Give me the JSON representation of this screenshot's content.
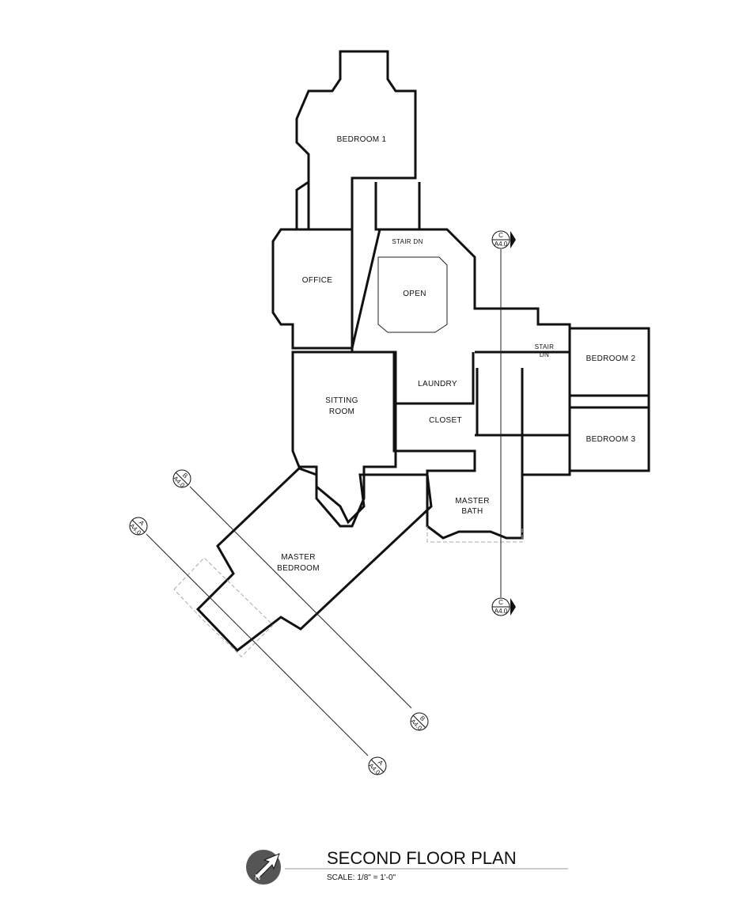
{
  "title": "SECOND FLOOR PLAN",
  "scale": "SCALE: 1/8\" = 1'-0\"",
  "north_label": "N",
  "rooms": {
    "bedroom1": "BEDROOM 1",
    "office": "OFFICE",
    "open": "OPEN",
    "stair1": "STAIR DN",
    "stair2_a": "STAIR",
    "stair2_b": "DN",
    "bedroom2": "BEDROOM 2",
    "laundry": "LAUNDRY",
    "sitting_a": "SITTING",
    "sitting_b": "ROOM",
    "closet": "CLOSET",
    "bedroom3": "BEDROOM 3",
    "bath_a": "MASTER",
    "bath_b": "BATH",
    "mbed_a": "MASTER",
    "mbed_b": "BEDROOM"
  },
  "sections": {
    "c_top": {
      "letter": "C",
      "sheet": "A4.0"
    },
    "c_bottom": {
      "letter": "C",
      "sheet": "A4.0"
    },
    "b_top": {
      "letter": "B",
      "sheet": "A4.0"
    },
    "b_bottom": {
      "letter": "B",
      "sheet": "A4.0"
    },
    "a_top": {
      "letter": "A",
      "sheet": "A4.0"
    },
    "a_bottom": {
      "letter": "A",
      "sheet": "A4.0"
    }
  }
}
